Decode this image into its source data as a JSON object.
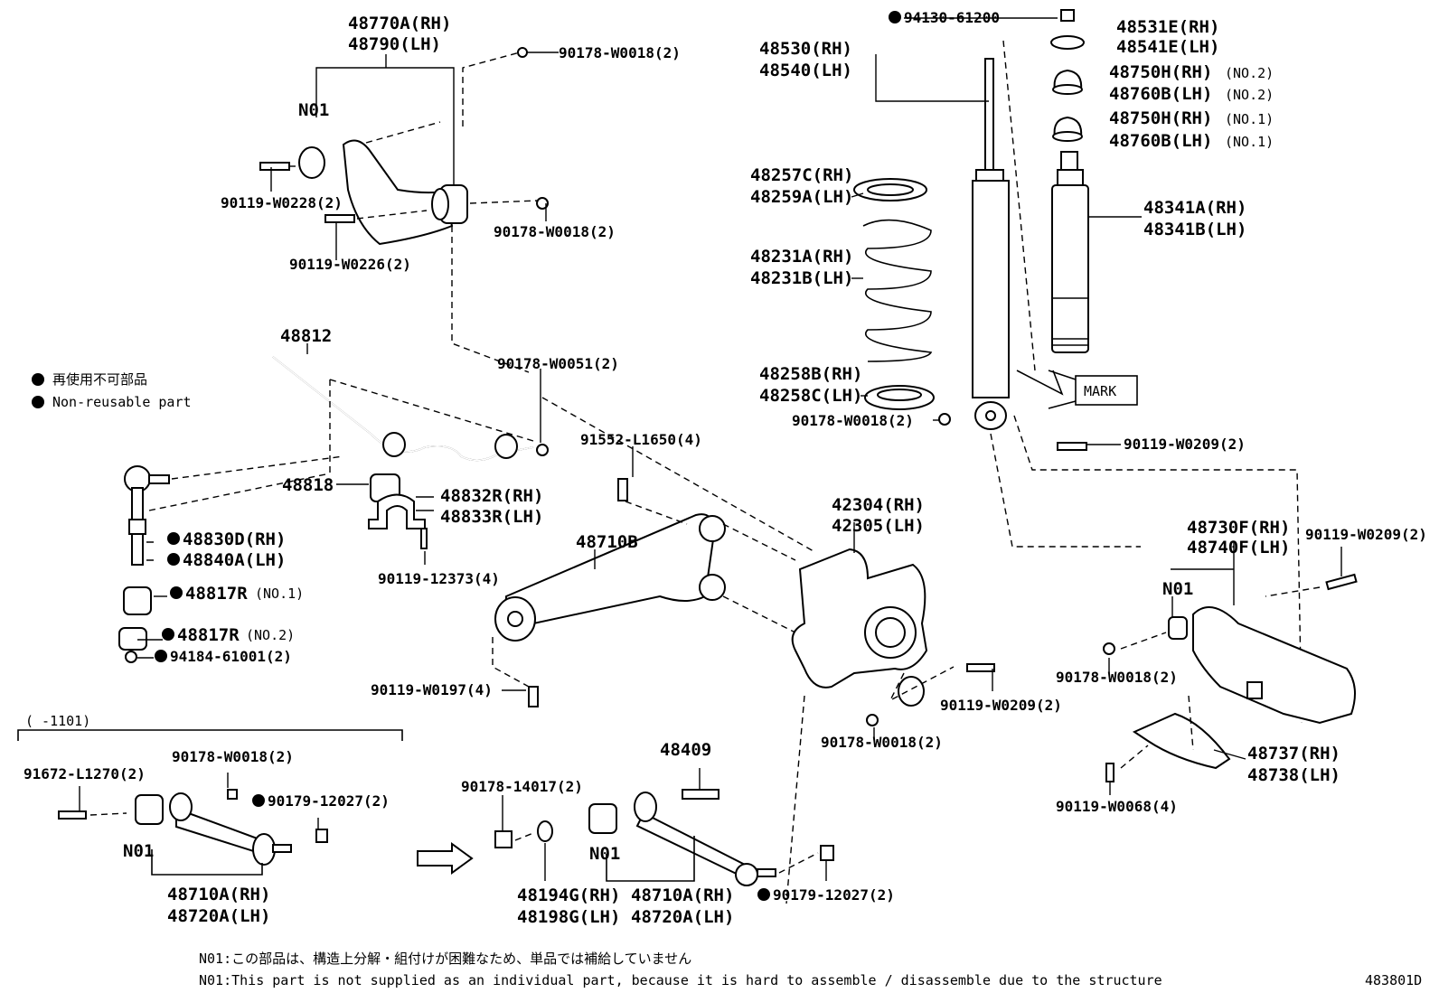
{
  "labels": {
    "p48770A": "48770A(RH)",
    "p48790": "48790(LH)",
    "n01_a": "N01",
    "p90178_w0018_a": "90178-W0018(2)",
    "p90119_w0228": "90119-W0228(2)",
    "p90178_w0018_b": "90178-W0018(2)",
    "p90119_w0226": "90119-W0226(2)",
    "p94130": "94130-61200",
    "p48531E": "48531E(RH)",
    "p48541E": "48541E(LH)",
    "p48530": "48530(RH)",
    "p48540": "48540(LH)",
    "p48750H_2": "48750H(RH)",
    "no2_a": "(NO.2)",
    "p48760B_2": "48760B(LH)",
    "no2_b": "(NO.2)",
    "p48750H_1": "48750H(RH)",
    "no1_a": "(NO.1)",
    "p48760B_1": "48760B(LH)",
    "no1_b": "(NO.1)",
    "p48257C": "48257C(RH)",
    "p48259A": "48259A(LH)",
    "p48341A": "48341A(RH)",
    "p48341B": "48341B(LH)",
    "p48231A": "48231A(RH)",
    "p48231B": "48231B(LH)",
    "p48258B": "48258B(RH)",
    "p48258C": "48258C(LH)",
    "mark": "MARK",
    "p90178_w0018_c": "90178-W0018(2)",
    "p90119_w0209_a": "90119-W0209(2)",
    "p48812": "48812",
    "p90178_w0051": "90178-W0051(2)",
    "p91552": "91552-L1650(4)",
    "p48818": "48818",
    "p48832R": "48832R(RH)",
    "p48833R": "48833R(LH)",
    "p42304": "42304(RH)",
    "p42305": "42305(LH)",
    "p48830D": "48830D(RH)",
    "p48840A": "48840A(LH)",
    "p48710B": "48710B",
    "p48730F": "48730F(RH)",
    "p48740F": "48740F(LH)",
    "p90119_w0209_b": "90119-W0209(2)",
    "n01_b": "N01",
    "p48817R_1": "48817R",
    "no1_c": "(NO.1)",
    "p48817R_2": "48817R",
    "no2_c": "(NO.2)",
    "p94184": "94184-61001(2)",
    "p90119_12373": "90119-12373(4)",
    "p90178_w0018_d": "90178-W0018(2)",
    "p90119_w0197": "90119-W0197(4)",
    "p90119_w0209_c": "90119-W0209(2)",
    "p90178_w0018_e": "90178-W0018(2)",
    "p48737": "48737(RH)",
    "p48738": "48738(LH)",
    "p90119_w0068": "90119-W0068(4)",
    "range": "(    -1101)",
    "p91672": "91672-L1270(2)",
    "p90178_w0018_f": "90178-W0018(2)",
    "p90179_a": "90179-12027(2)",
    "n01_c": "N01",
    "p48710A_a": "48710A(RH)",
    "p48720A_a": "48720A(LH)",
    "p48409": "48409",
    "p90178_14017": "90178-14017(2)",
    "n01_d": "N01",
    "p48194G": "48194G(RH)",
    "p48198G": "48198G(LH)",
    "p48710A_b": "48710A(RH)",
    "p48720A_b": "48720A(LH)",
    "p90179_b": "90179-12027(2)"
  },
  "legend": {
    "jp": "再使用不可部品",
    "en": "Non-reusable part"
  },
  "footnotes": {
    "jp": "N01:この部品は、構造上分解・組付けが困難なため、単品では補給していません",
    "en": "N01:This part is not supplied as an individual part, because it is hard to assemble / disassemble due to the structure"
  },
  "diagram_code": "483801D"
}
